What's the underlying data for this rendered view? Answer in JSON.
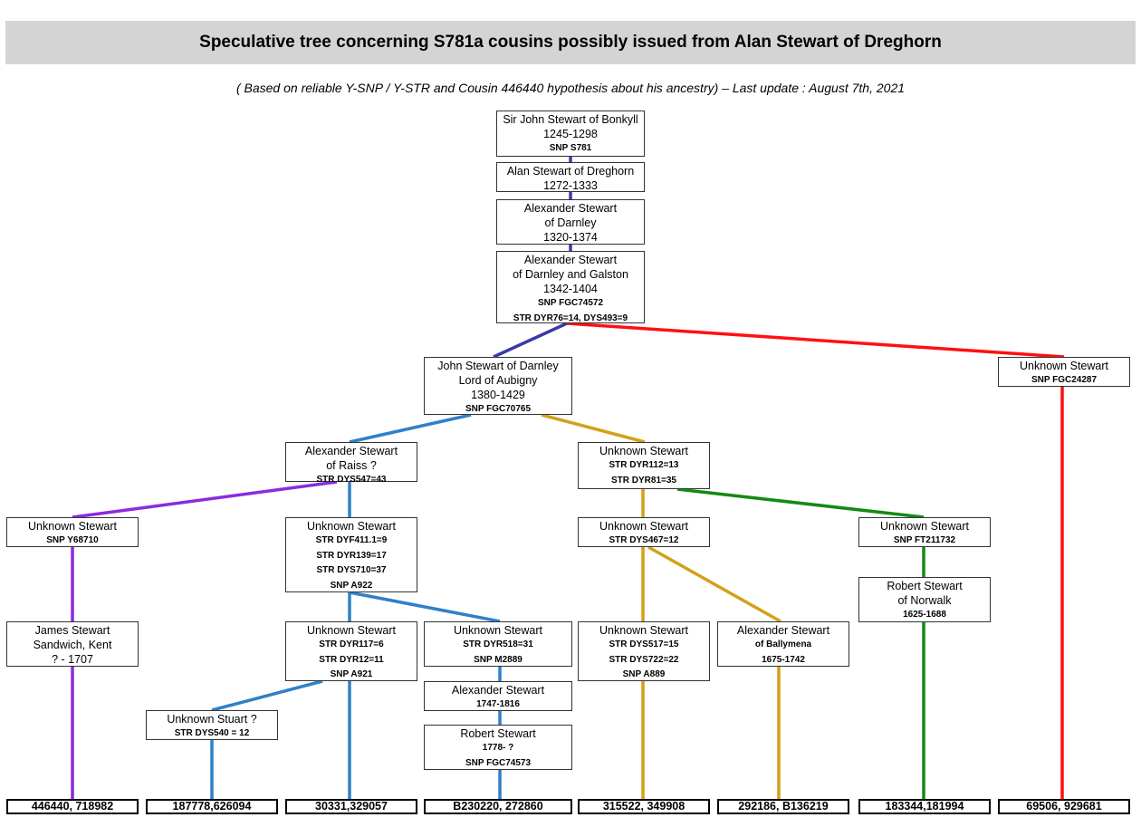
{
  "title": "Speculative tree concerning S781a cousins possibly issued from Alan Stewart of Dreghorn",
  "subtitle": "( Based on reliable Y-SNP / Y-STR and Cousin 446440 hypothesis about his ancestry) – Last update : August 7th, 2021",
  "colors": {
    "main": "#3a3aa8",
    "red": "#ff1010",
    "blue": "#2f80c8",
    "purple": "#8a2be2",
    "gold": "#d4a017",
    "green": "#138a13"
  },
  "nodes": {
    "n1": [
      "Sir John Stewart of Bonkyll",
      "1245-1298",
      "SNP S781"
    ],
    "n2": [
      "Alan Stewart of Dreghorn",
      "1272-1333"
    ],
    "n3": [
      "Alexander Stewart",
      "of  Darnley",
      "1320-1374"
    ],
    "n4": [
      "Alexander Stewart",
      "of Darnley and Galston",
      "1342-1404",
      "SNP FGC74572",
      "STR DYR76=14, DYS493=9"
    ],
    "n5": [
      "John Stewart of Darnley",
      "Lord of Aubigny",
      "1380-1429",
      "SNP FGC70765"
    ],
    "n6": [
      "Unknown Stewart",
      "SNP FGC24287"
    ],
    "n7": [
      "Alexander Stewart",
      "of Raiss ?",
      "STR DYS547=43"
    ],
    "n8": [
      "Unknown Stewart",
      "STR DYR112=13",
      "STR DYR81=35"
    ],
    "n9": [
      "Unknown Stewart",
      "SNP Y68710"
    ],
    "n10": [
      "Unknown Stewart",
      "STR DYF411.1=9",
      "STR DYR139=17",
      "STR DYS710=37",
      "SNP A922"
    ],
    "n11": [
      "Unknown Stewart",
      "STR DYS467=12"
    ],
    "n12": [
      "Unknown Stewart",
      "SNP FT211732"
    ],
    "n13": [
      "Robert Stewart",
      "of Norwalk",
      "1625-1688"
    ],
    "n14": [
      "James Stewart",
      "Sandwich, Kent",
      "? - 1707"
    ],
    "n15": [
      "Unknown Stewart",
      "STR DYR117=6",
      "STR DYR12=11",
      "SNP A921"
    ],
    "n16": [
      "Unknown Stewart",
      "STR DYR518=31",
      "SNP M2889"
    ],
    "n17": [
      "Unknown Stewart",
      "STR DYS517=15",
      "STR DYS722=22",
      "SNP A889"
    ],
    "n18": [
      "Alexander Stewart",
      "of Ballymena",
      "1675-1742"
    ],
    "n19": [
      "Alexander Stewart",
      "1747-1816"
    ],
    "n20": [
      "Unknown Stuart ?",
      "STR DYS540 = 12"
    ],
    "n21": [
      "Robert Stewart",
      "1778- ?",
      "SNP  FGC74573"
    ]
  },
  "kits": [
    "446440, 718982",
    "187778,626094",
    "30331,329057",
    "B230220, 272860",
    "315522, 349908",
    "292186, B136219",
    "183344,181994",
    "69506, 929681"
  ]
}
